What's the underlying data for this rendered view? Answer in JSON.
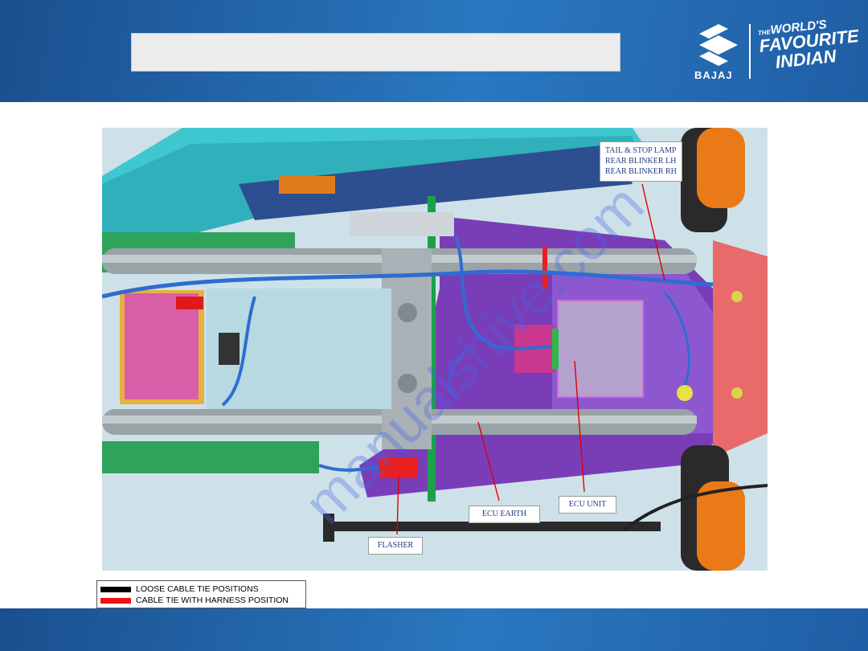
{
  "header": {
    "title": "",
    "brand": "BAJAJ",
    "tagline_small": "THE",
    "tagline_line1": "WORLD'S",
    "tagline_line2": "FAVOURITE",
    "tagline_line3": "INDIAN"
  },
  "callouts": {
    "tail_lines": [
      "TAIL & STOP LAMP",
      "REAR BLINKER LH",
      "REAR BLINKER RH"
    ],
    "ecu_earth": "ECU EARTH",
    "ecu_unit": "ECU UNIT",
    "flasher": "FLASHER"
  },
  "legend": {
    "items": [
      {
        "label": "LOOSE CABLE TIE POSITIONS",
        "color": "#000000"
      },
      {
        "label": "CABLE TIE WITH HARNESS POSITION",
        "color": "#ee1111"
      }
    ]
  },
  "watermark": "manualshive.com",
  "colors": {
    "header_blue": "#1f5ea5",
    "callout_text": "#1f3e84",
    "leader_red": "#dd0000"
  }
}
